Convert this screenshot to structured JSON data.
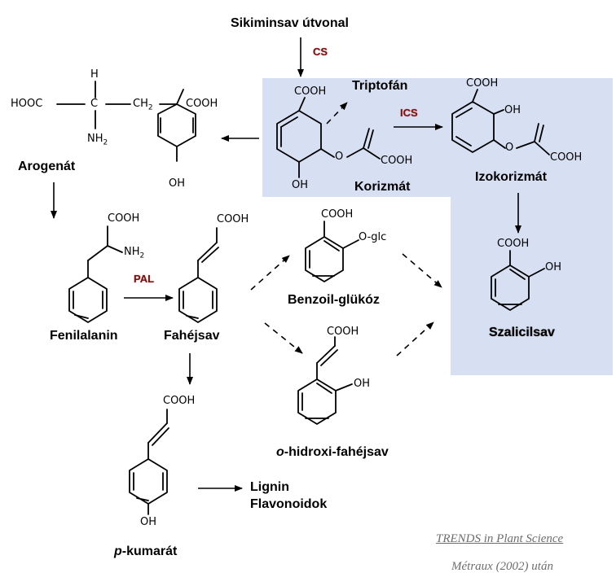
{
  "title": "Sikiminsav útvonal",
  "enzymes": {
    "cs": "CS",
    "ics": "ICS",
    "pal": "PAL"
  },
  "compounds": {
    "arogenat": "Arogenát",
    "triptofan": "Triptofán",
    "korizmat": "Korizmát",
    "izokorizmat": "Izokorizmát",
    "fenilalanin": "Fenilalanin",
    "fahejsav": "Fahéjsav",
    "benzoil_glukoz": "Benzoil-glükóz",
    "szalicilsav": "Szalicilsav",
    "hidroxi_prefix": "o",
    "hidroxi_rest": "-hidroxi-fahéjsav",
    "kumarat_prefix": "p",
    "kumarat_rest": "-kumarát",
    "lignin": "Lignin",
    "flavonoidok": "Flavonoidok"
  },
  "groups": {
    "cooh": "COOH",
    "hooc": "HOOC",
    "oh": "OH",
    "nh2": "NH",
    "nh2_sub": "2",
    "ch2": "CH",
    "ch2_sub": "2",
    "h": "H",
    "c": "C",
    "o": "O",
    "o_glc": "O-glc"
  },
  "credits": {
    "journal": "TRENDS in Plant Science",
    "source": "Métraux (2002) után"
  },
  "colors": {
    "panel": "#d7dff2",
    "enzyme": "#7a1212",
    "credit": "#6d6d6d"
  }
}
